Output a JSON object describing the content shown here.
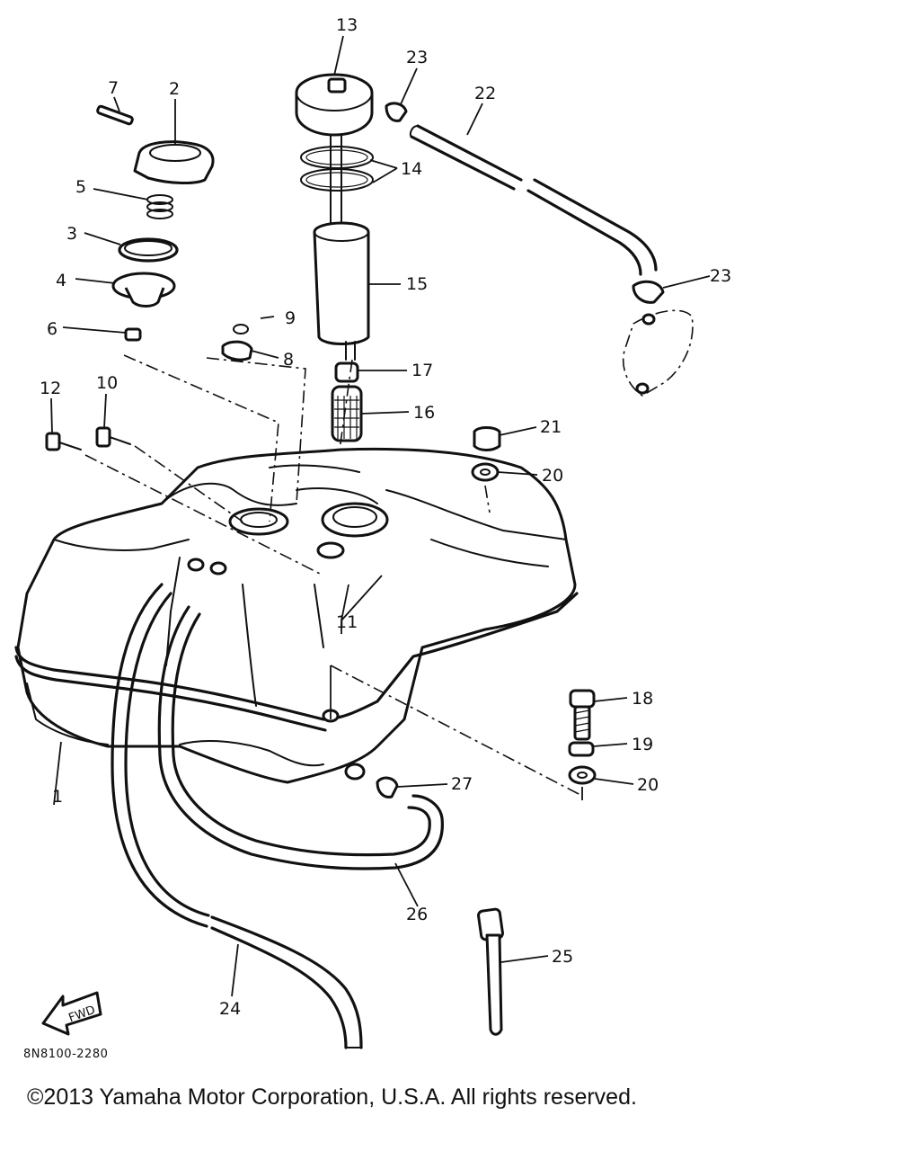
{
  "diagram": {
    "part_code": "8N8100-2280",
    "fwd_label": "FWD",
    "callouts": [
      "1",
      "2",
      "3",
      "4",
      "5",
      "6",
      "7",
      "8",
      "9",
      "10",
      "11",
      "12",
      "13",
      "14",
      "15",
      "16",
      "17",
      "18",
      "19",
      "20",
      "21",
      "22",
      "23",
      "24",
      "25",
      "26",
      "27"
    ]
  },
  "footer": {
    "copyright": "©2013 Yamaha Motor Corporation, U.S.A. All rights reserved."
  }
}
